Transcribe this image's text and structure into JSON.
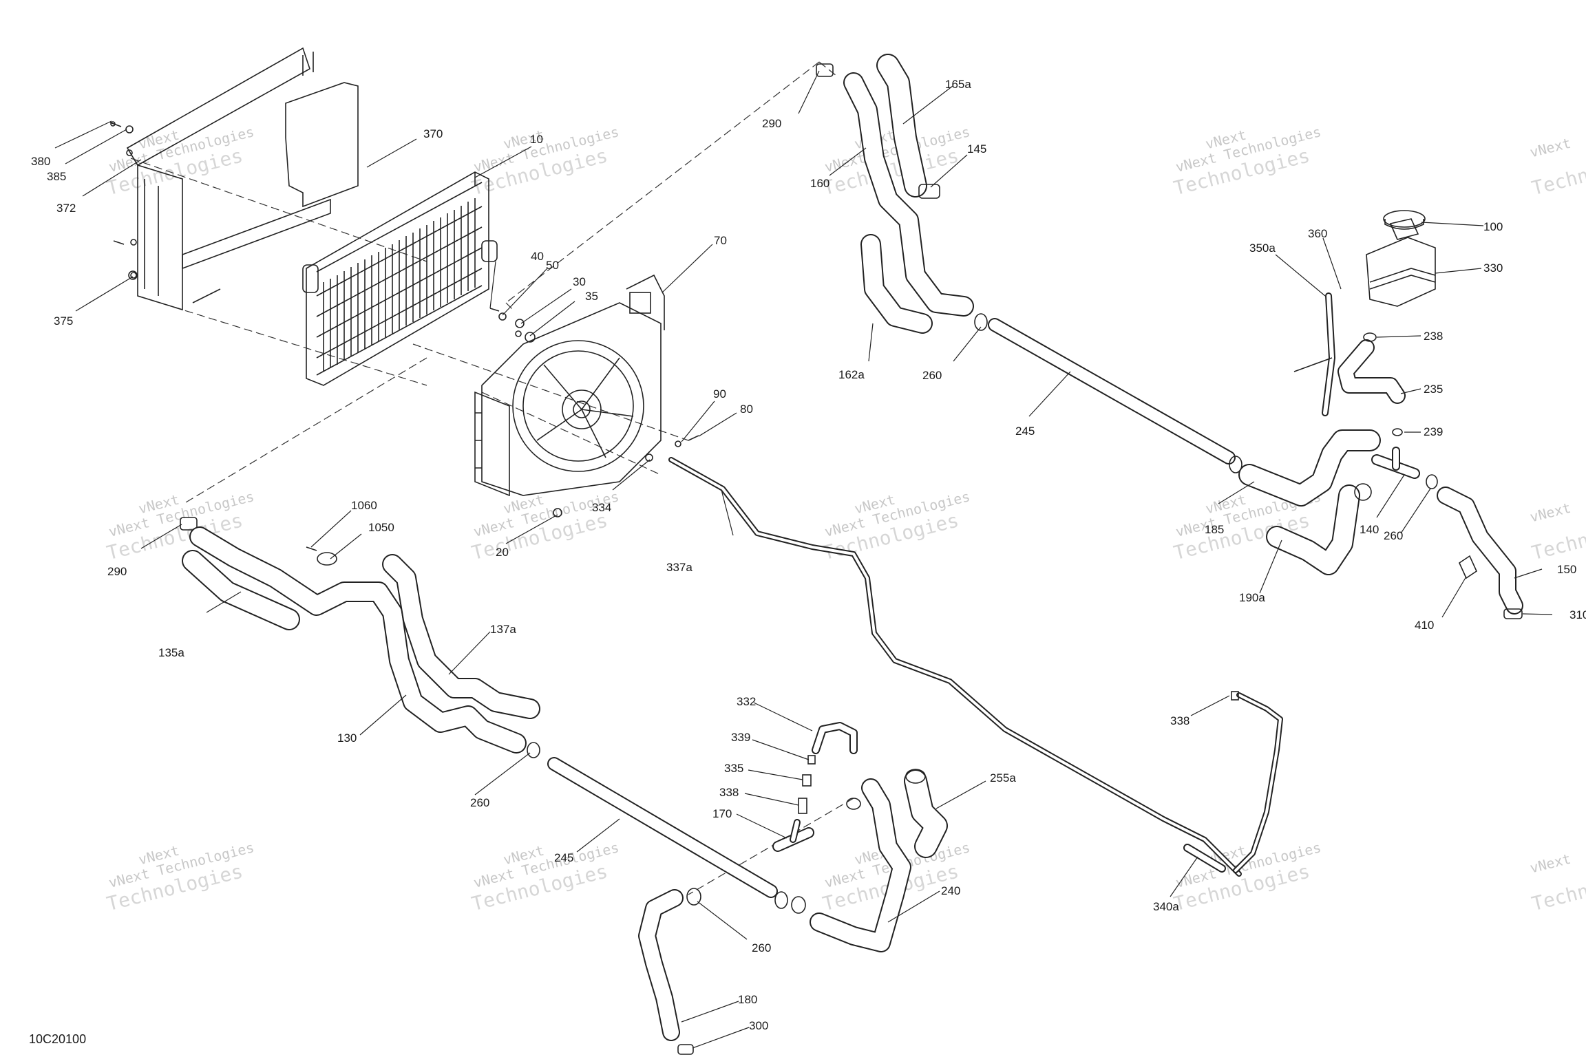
{
  "diagram_code": "10C20100",
  "watermark": {
    "line1": "vNext",
    "line2": "vNext Technologies",
    "line3": "Technologies"
  },
  "labels": [
    {
      "id": "380",
      "text": "380"
    },
    {
      "id": "385",
      "text": "385"
    },
    {
      "id": "372",
      "text": "372"
    },
    {
      "id": "370",
      "text": "370"
    },
    {
      "id": "375",
      "text": "375"
    },
    {
      "id": "10",
      "text": "10"
    },
    {
      "id": "40",
      "text": "40"
    },
    {
      "id": "50",
      "text": "50"
    },
    {
      "id": "30",
      "text": "30"
    },
    {
      "id": "35",
      "text": "35"
    },
    {
      "id": "70",
      "text": "70"
    },
    {
      "id": "90",
      "text": "90"
    },
    {
      "id": "80",
      "text": "80"
    },
    {
      "id": "334",
      "text": "334"
    },
    {
      "id": "20",
      "text": "20"
    },
    {
      "id": "290a",
      "text": "290"
    },
    {
      "id": "290b",
      "text": "290"
    },
    {
      "id": "165a",
      "text": "165a"
    },
    {
      "id": "145",
      "text": "145"
    },
    {
      "id": "160",
      "text": "160"
    },
    {
      "id": "162a",
      "text": "162a"
    },
    {
      "id": "260a",
      "text": "260"
    },
    {
      "id": "245a",
      "text": "245"
    },
    {
      "id": "100",
      "text": "100"
    },
    {
      "id": "360",
      "text": "360"
    },
    {
      "id": "350a",
      "text": "350a"
    },
    {
      "id": "330",
      "text": "330"
    },
    {
      "id": "238",
      "text": "238"
    },
    {
      "id": "235",
      "text": "235"
    },
    {
      "id": "239",
      "text": "239"
    },
    {
      "id": "185",
      "text": "185"
    },
    {
      "id": "140",
      "text": "140"
    },
    {
      "id": "260b",
      "text": "260"
    },
    {
      "id": "190a",
      "text": "190a"
    },
    {
      "id": "150",
      "text": "150"
    },
    {
      "id": "310",
      "text": "310"
    },
    {
      "id": "410",
      "text": "410"
    },
    {
      "id": "1060",
      "text": "1060"
    },
    {
      "id": "1050",
      "text": "1050"
    },
    {
      "id": "135a",
      "text": "135a"
    },
    {
      "id": "137a",
      "text": "137a"
    },
    {
      "id": "130",
      "text": "130"
    },
    {
      "id": "260c",
      "text": "260"
    },
    {
      "id": "337a",
      "text": "337a"
    },
    {
      "id": "332",
      "text": "332"
    },
    {
      "id": "339",
      "text": "339"
    },
    {
      "id": "335",
      "text": "335"
    },
    {
      "id": "338a",
      "text": "338"
    },
    {
      "id": "170",
      "text": "170"
    },
    {
      "id": "245b",
      "text": "245"
    },
    {
      "id": "255a",
      "text": "255a"
    },
    {
      "id": "240",
      "text": "240"
    },
    {
      "id": "260d",
      "text": "260"
    },
    {
      "id": "180",
      "text": "180"
    },
    {
      "id": "300",
      "text": "300"
    },
    {
      "id": "338b",
      "text": "338"
    },
    {
      "id": "340a",
      "text": "340a"
    }
  ]
}
